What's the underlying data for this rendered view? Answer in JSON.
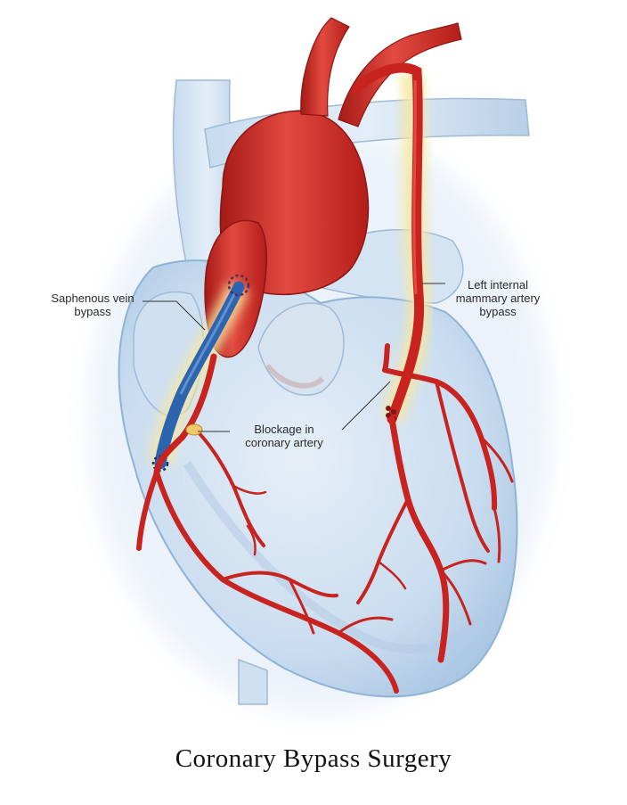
{
  "labels": {
    "saphenous": "Saphenous vein\nbypass",
    "blockage": "Blockage in\ncoronary artery",
    "lima": "Left internal\nmammary artery\nbypass"
  },
  "caption": "Coronary Bypass Surgery",
  "colors": {
    "background": "#ffffff",
    "heart_fill": "#c9dcef",
    "heart_edge": "#8fb3d6",
    "artery": "#c8231f",
    "artery_highlight": "#e8554c",
    "vein_graft": "#2d64b0",
    "glow": "#f6e7a0",
    "leader_line": "#333333"
  }
}
